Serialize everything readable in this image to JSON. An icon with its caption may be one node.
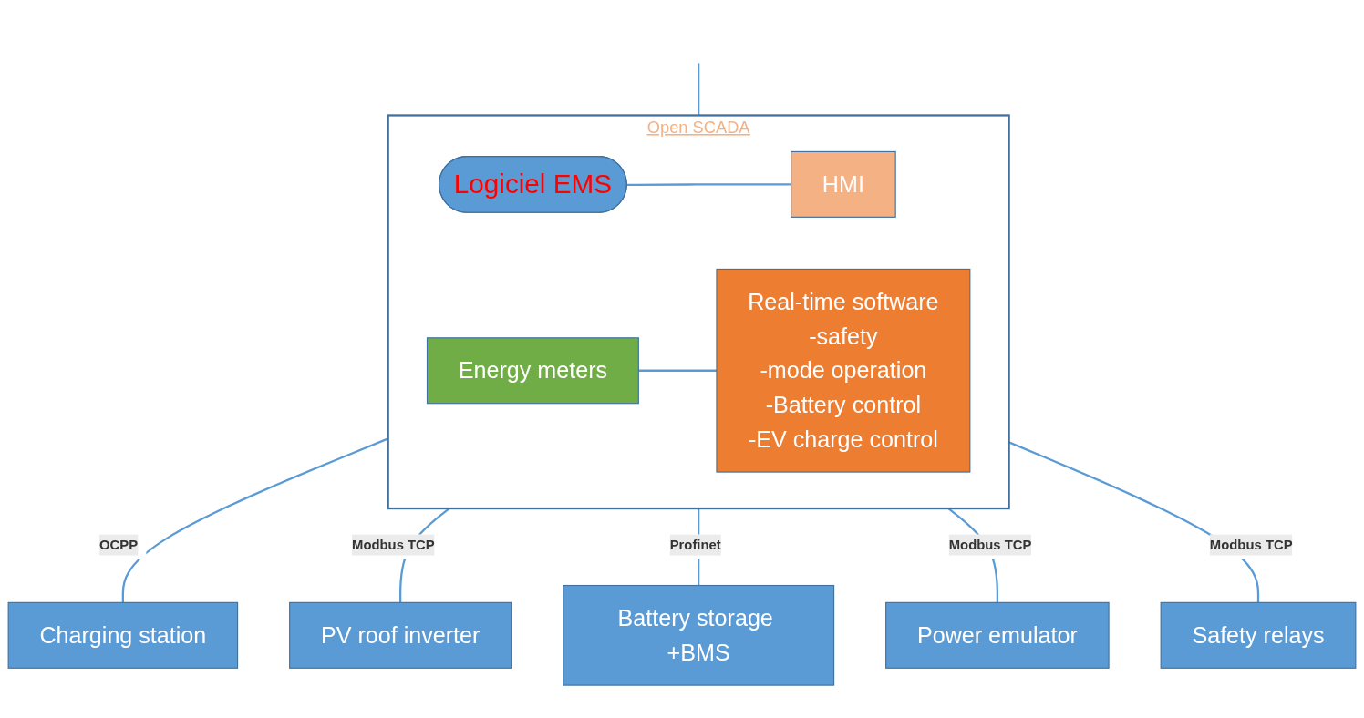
{
  "diagram": {
    "nodes": [
      {
        "text": [
          "Open SCADA"
        ]
      },
      {
        "text": [
          "HMI"
        ],
        "in": 0
      },
      {
        "text": [
          "Logiciel EMS"
        ],
        "in": 0
      },
      {
        "text": [
          "Real-time software",
          "-safety",
          "-mode operation",
          "-Battery control",
          "-EV charge control"
        ],
        "in": 0
      },
      {
        "text": [
          "Energy meters"
        ],
        "in": 0
      },
      {
        "text": [
          "Charging station"
        ]
      },
      {
        "text": [
          "PV roof inverter"
        ]
      },
      {
        "text": [
          "Battery storage +BMS"
        ]
      },
      {
        "text": [
          "Power emulator"
        ]
      },
      {
        "text": [
          "Safety relays"
        ]
      }
    ],
    "edges": [
      {
        "from": 0,
        "to": null,
        "arrow": "none"
      },
      {
        "from": 2,
        "to": 1,
        "arrow": "none"
      },
      {
        "from": 4,
        "to": 3,
        "arrow": "none"
      },
      {
        "from": 0,
        "to": 5,
        "arrow": "none",
        "label": "OCPP"
      },
      {
        "from": 0,
        "to": 6,
        "arrow": "none",
        "label": "Modbus TCP"
      },
      {
        "from": 0,
        "to": 7,
        "arrow": "none",
        "label": "Profinet"
      },
      {
        "from": 0,
        "to": 8,
        "arrow": "none",
        "label": "Modbus TCP"
      },
      {
        "from": 0,
        "to": 9,
        "arrow": "none",
        "label": "Modbus TCP"
      }
    ]
  }
}
